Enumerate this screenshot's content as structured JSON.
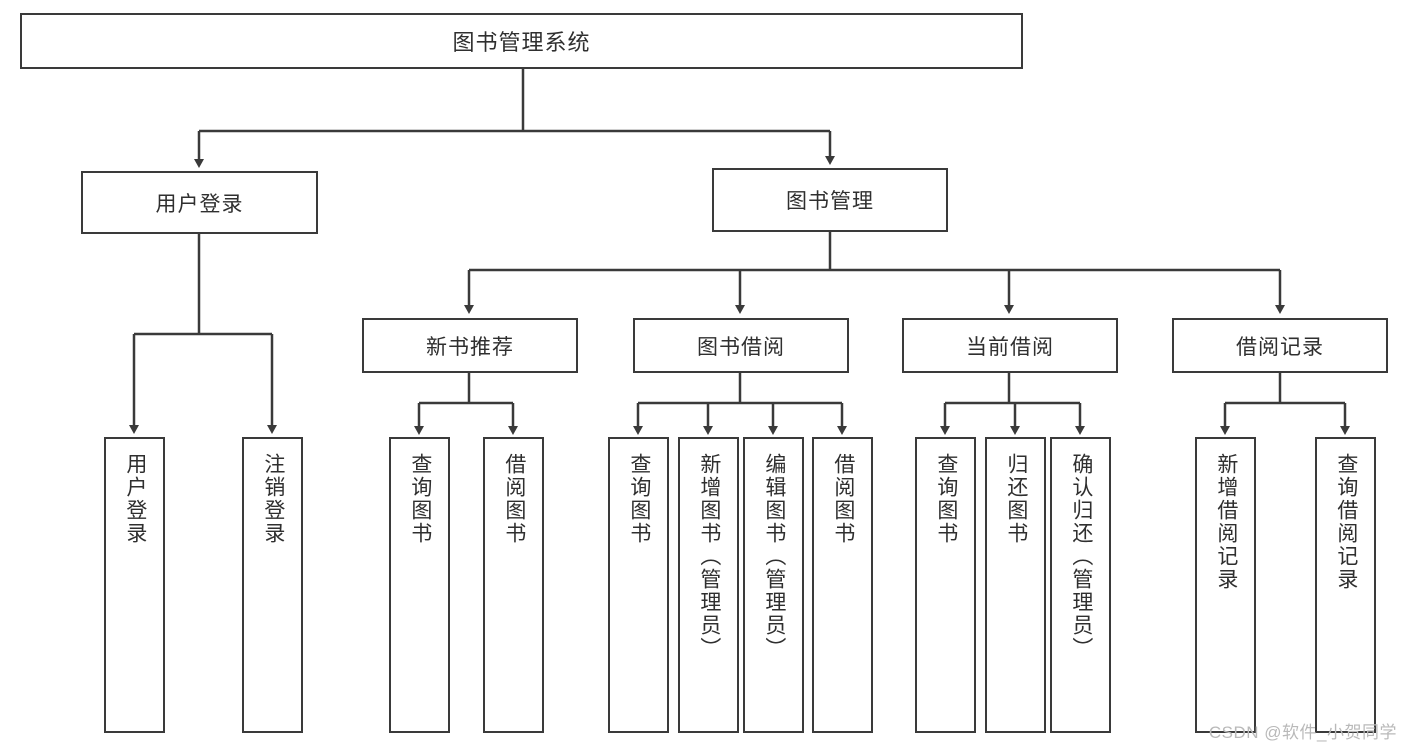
{
  "diagram": {
    "type": "tree-hierarchy-flowchart",
    "title": "图书管理系统",
    "root": {
      "id": "root",
      "label": "图书管理系统"
    },
    "level1": [
      {
        "id": "user-login",
        "label": "用户登录"
      },
      {
        "id": "book-mgmt",
        "label": "图书管理"
      }
    ],
    "level2": [
      {
        "id": "new-book-rec",
        "label": "新书推荐",
        "parent": "book-mgmt"
      },
      {
        "id": "book-borrow",
        "label": "图书借阅",
        "parent": "book-mgmt"
      },
      {
        "id": "current-borrow",
        "label": "当前借阅",
        "parent": "book-mgmt"
      },
      {
        "id": "borrow-record",
        "label": "借阅记录",
        "parent": "book-mgmt"
      }
    ],
    "leaves": [
      {
        "id": "leaf-user-login",
        "label": "用户登录",
        "parent": "user-login"
      },
      {
        "id": "leaf-logout",
        "label": "注销登录",
        "parent": "user-login"
      },
      {
        "id": "leaf-query-book-1",
        "label": "查询图书",
        "parent": "new-book-rec"
      },
      {
        "id": "leaf-borrow-book-1",
        "label": "借阅图书",
        "parent": "new-book-rec"
      },
      {
        "id": "leaf-query-book-2",
        "label": "查询图书",
        "parent": "book-borrow"
      },
      {
        "id": "leaf-add-book",
        "label": "新增图书（管理员）",
        "parent": "book-borrow"
      },
      {
        "id": "leaf-edit-book",
        "label": "编辑图书（管理员）",
        "parent": "book-borrow"
      },
      {
        "id": "leaf-borrow-book-2",
        "label": "借阅图书",
        "parent": "book-borrow"
      },
      {
        "id": "leaf-query-book-3",
        "label": "查询图书",
        "parent": "current-borrow"
      },
      {
        "id": "leaf-return-book",
        "label": "归还图书",
        "parent": "current-borrow"
      },
      {
        "id": "leaf-confirm-return",
        "label": "确认归还（管理员）",
        "parent": "current-borrow"
      },
      {
        "id": "leaf-add-record",
        "label": "新增借阅记录",
        "parent": "borrow-record"
      },
      {
        "id": "leaf-query-record",
        "label": "查询借阅记录",
        "parent": "borrow-record"
      }
    ]
  },
  "watermark": {
    "text": "CSDN @软件_小贺同学"
  },
  "colors": {
    "stroke": "#3a3a3a",
    "text": "#2f2f2f",
    "background": "#ffffff",
    "watermark": "#b9b9b9"
  }
}
